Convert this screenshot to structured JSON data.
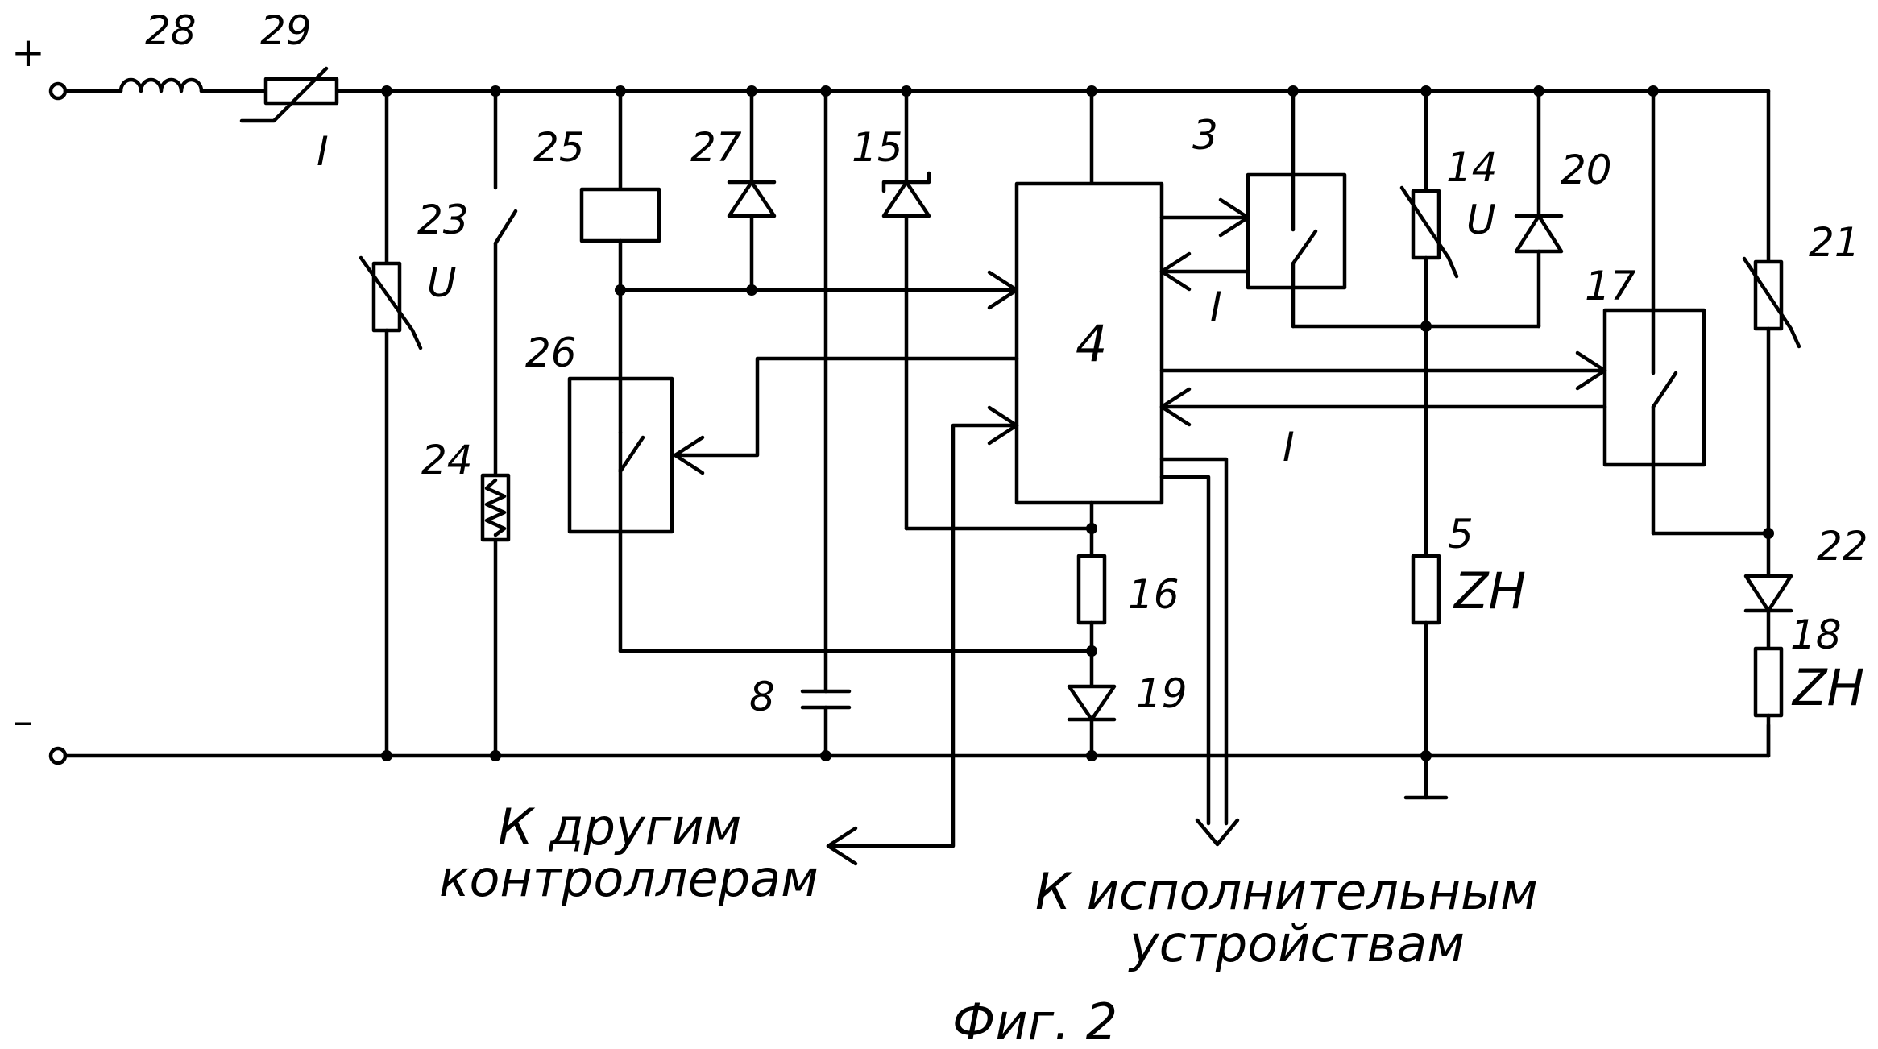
{
  "terminals": {
    "plus": "+",
    "minus": "–"
  },
  "labels": {
    "l28": "28",
    "l29": "29",
    "l29_type": "I",
    "l23": "23",
    "l23_type": "U",
    "l24": "24",
    "l25": "25",
    "l26": "26",
    "l27": "27",
    "l15": "15",
    "l3": "3",
    "l3_sig": "I",
    "l14": "14",
    "l14_type": "U",
    "l20": "20",
    "l21": "21",
    "l17": "17",
    "l4": "4",
    "l4_sig": "I",
    "l16": "16",
    "l19": "19",
    "l8": "8",
    "l5": "5",
    "l5_type": "ZН",
    "l22": "22",
    "l18": "18",
    "l18_type": "ZН"
  },
  "captions": {
    "other_line1": "К другим",
    "other_line2": "контроллерам",
    "actuators_line1": "К исполнительным",
    "actuators_line2": "устройствам",
    "figure": "Фиг. 2"
  }
}
